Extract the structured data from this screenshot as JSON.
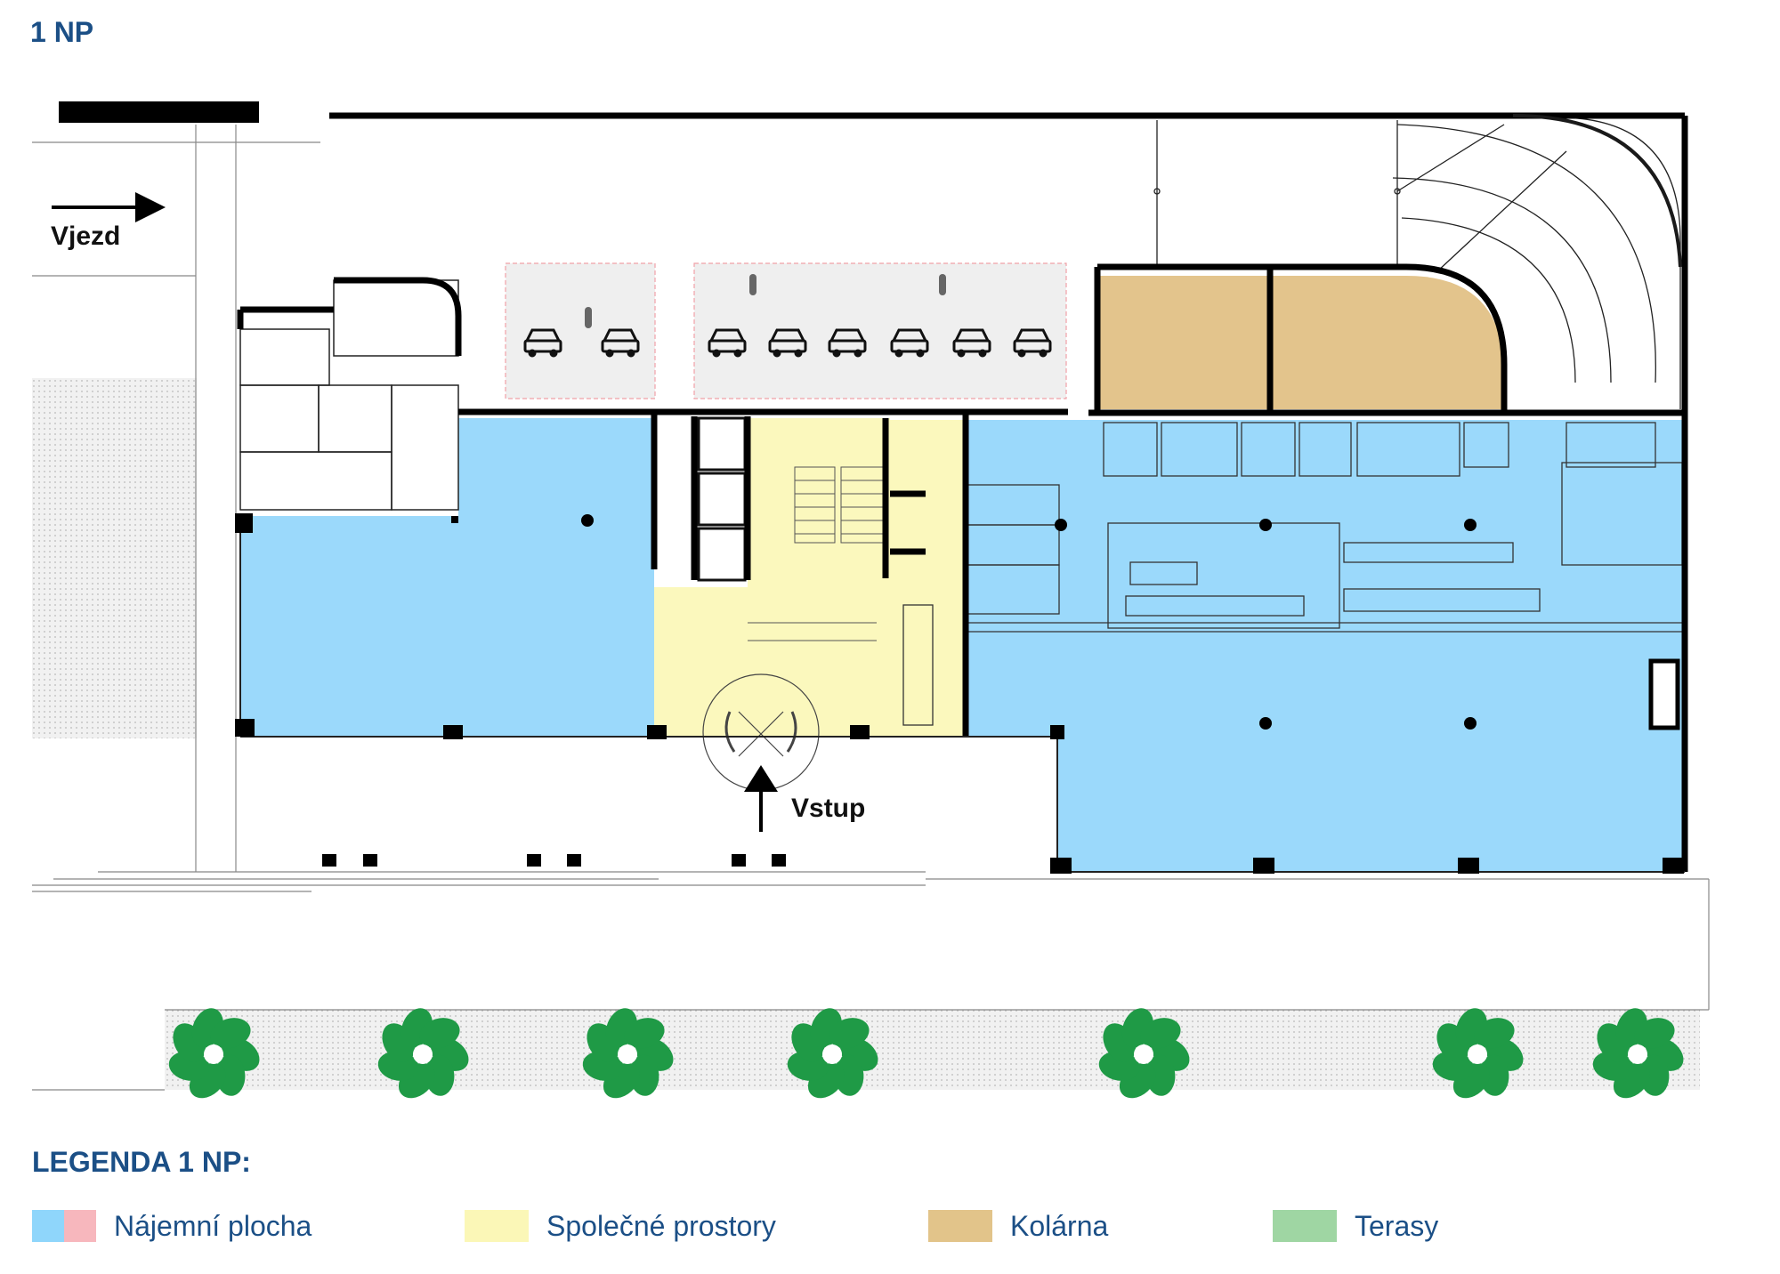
{
  "title": "1 NP",
  "labels": {
    "entry_vehicle": "Vjezd",
    "entry_main": "Vstup"
  },
  "legend": {
    "title": "LEGENDA 1 NP:",
    "items": [
      {
        "label": "Nájemní plocha",
        "colors": [
          "#8fd6fb",
          "#f7b7bd"
        ]
      },
      {
        "label": "Společné prostory",
        "colors": [
          "#fbf7b7"
        ]
      },
      {
        "label": "Kolárna",
        "colors": [
          "#e2c48a"
        ]
      },
      {
        "label": "Terasy",
        "colors": [
          "#9fd6a3"
        ]
      }
    ]
  },
  "colors": {
    "rental": "#9bd9fb",
    "common": "#fbf8bd",
    "bike": "#e3c48c",
    "tree": "#1f9a46",
    "title": "#1b4f86",
    "parking": "#efefef"
  },
  "parking_spaces": 8,
  "trees": 7
}
